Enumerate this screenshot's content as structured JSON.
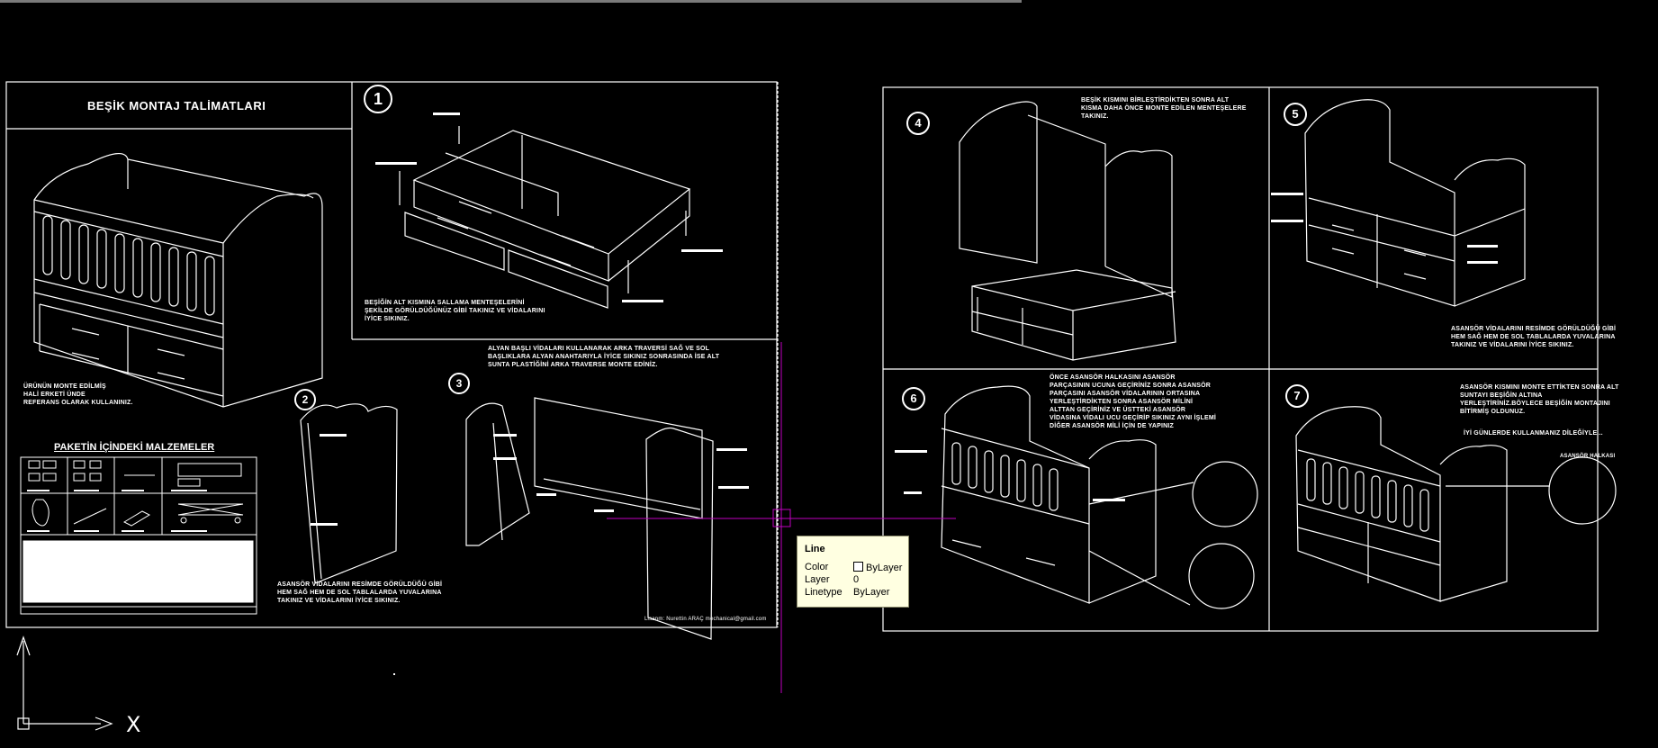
{
  "drawing": {
    "title": "BEŞİK MONTAJ TALİMATLARI",
    "intro_note": "ÜRÜNÜN MONTE EDİLMİŞ\nHALİ ERKETİ ÜNDE\nREFERANS OLARAK KULLANINIZ.",
    "package_title": "PAKETİN İÇİNDEKİ MALZEMELER",
    "steps": [
      {
        "num": "1",
        "text": "BEŞİĞİN ALT KISMINA SALLAMA MENTEŞELERİNİ\nŞEKİLDE GÖRÜLDÜĞÜNÜZ GİBİ TAKINIZ VE VİDALARINI\nİYİCE SIKINIZ."
      },
      {
        "num": "2",
        "text": "ASANSÖR VİDALARINI RESİMDE GÖRÜLDÜĞÜ GİBİ\nHEM SAĞ HEM DE SOL TABLALARDA YUVALARINA\nTAKINIZ VE VİDALARINI İYİCE SIKINIZ."
      },
      {
        "num": "3",
        "text": "ALYAN BAŞLI VİDALARI KULLANARAK ARKA TRAVERSİ SAĞ VE SOL\nBAŞLIKLARA ALYAN ANAHTARIYLA İYİCE SIKINIZ SONRASINDA İSE ALT\nSUNTA PLASTİĞİNİ ARKA TRAVERSE MONTE EDİNİZ."
      },
      {
        "num": "4",
        "text": "BEŞİK KISMINI BİRLEŞTİRDİKTEN SONRA ALT\nKISMA DAHA ÖNCE MONTE EDİLEN MENTEŞELERE\nTAKINIZ."
      },
      {
        "num": "5",
        "text": "ASANSÖR VİDALARINI RESİMDE GÖRÜLDÜĞÜ GİBİ\nHEM SAĞ HEM DE SOL TABLALARDA YUVALARINA\nTAKINIZ VE VİDALARINI İYİCE SIKINIZ."
      },
      {
        "num": "6",
        "text": "ÖNCE ASANSÖR HALKASINI ASANSÖR\nPARÇASININ UCUNA GEÇİRİNİZ SONRA ASANSÖR\nPARÇASINI ASANSÖR VİDALARININ ORTASINA\nYERLEŞTİRDİKTEN SONRA ASANSÖR MİLİNİ\nALTTAN GEÇİRİNİZ VE ÜSTTEKİ ASANSÖR\nVİDASINA VİDALI UCU GEÇİRİP SIKINIZ AYNI İŞLEMİ\nDİĞER ASANSÖR MİLİ İÇİN DE YAPINIZ"
      },
      {
        "num": "7",
        "text": "ASANSÖR KISMINI MONTE ETTİKTEN SONRA ALT\nSUNTAYI BEŞİĞİN ALTINA\nYERLEŞTİRİNİZ.BÖYLECE BEŞİĞİN MONTAJINI\nBİTİRMİŞ OLDUNUZ."
      }
    ],
    "step7_extra": "İYİ GÜNLERDE KULLANMANIZ DİLEĞİYLE...",
    "step7_callout": "ASANSÖR HALKASI",
    "author_note": "Lisanm: Nurettin ARAÇ mechanical@gmail.com"
  },
  "tooltip": {
    "title": "Line",
    "rows": [
      {
        "label": "Color",
        "value": "ByLayer",
        "swatch": "#ffffff"
      },
      {
        "label": "Layer",
        "value": "0"
      },
      {
        "label": "Linetype",
        "value": "ByLayer"
      }
    ]
  },
  "ucs": {
    "x_label": "X"
  },
  "colors": {
    "background": "#000000",
    "lines": "#ffffff",
    "crosshair": "#c000c0",
    "tooltip_bg": "#ffffe1"
  }
}
